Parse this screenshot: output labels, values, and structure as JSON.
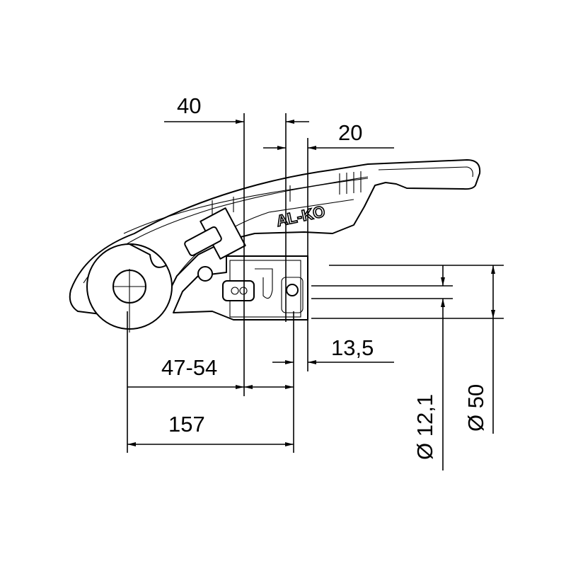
{
  "drawing": {
    "brand_logo": "AL-KO",
    "dimensions": {
      "top_offset": "40",
      "top_small": "20",
      "pin_offset": "13,5",
      "range": "47-54",
      "overall_length": "157",
      "pin_diameter": "Ø 12,1",
      "ball_diameter": "Ø 50"
    }
  }
}
